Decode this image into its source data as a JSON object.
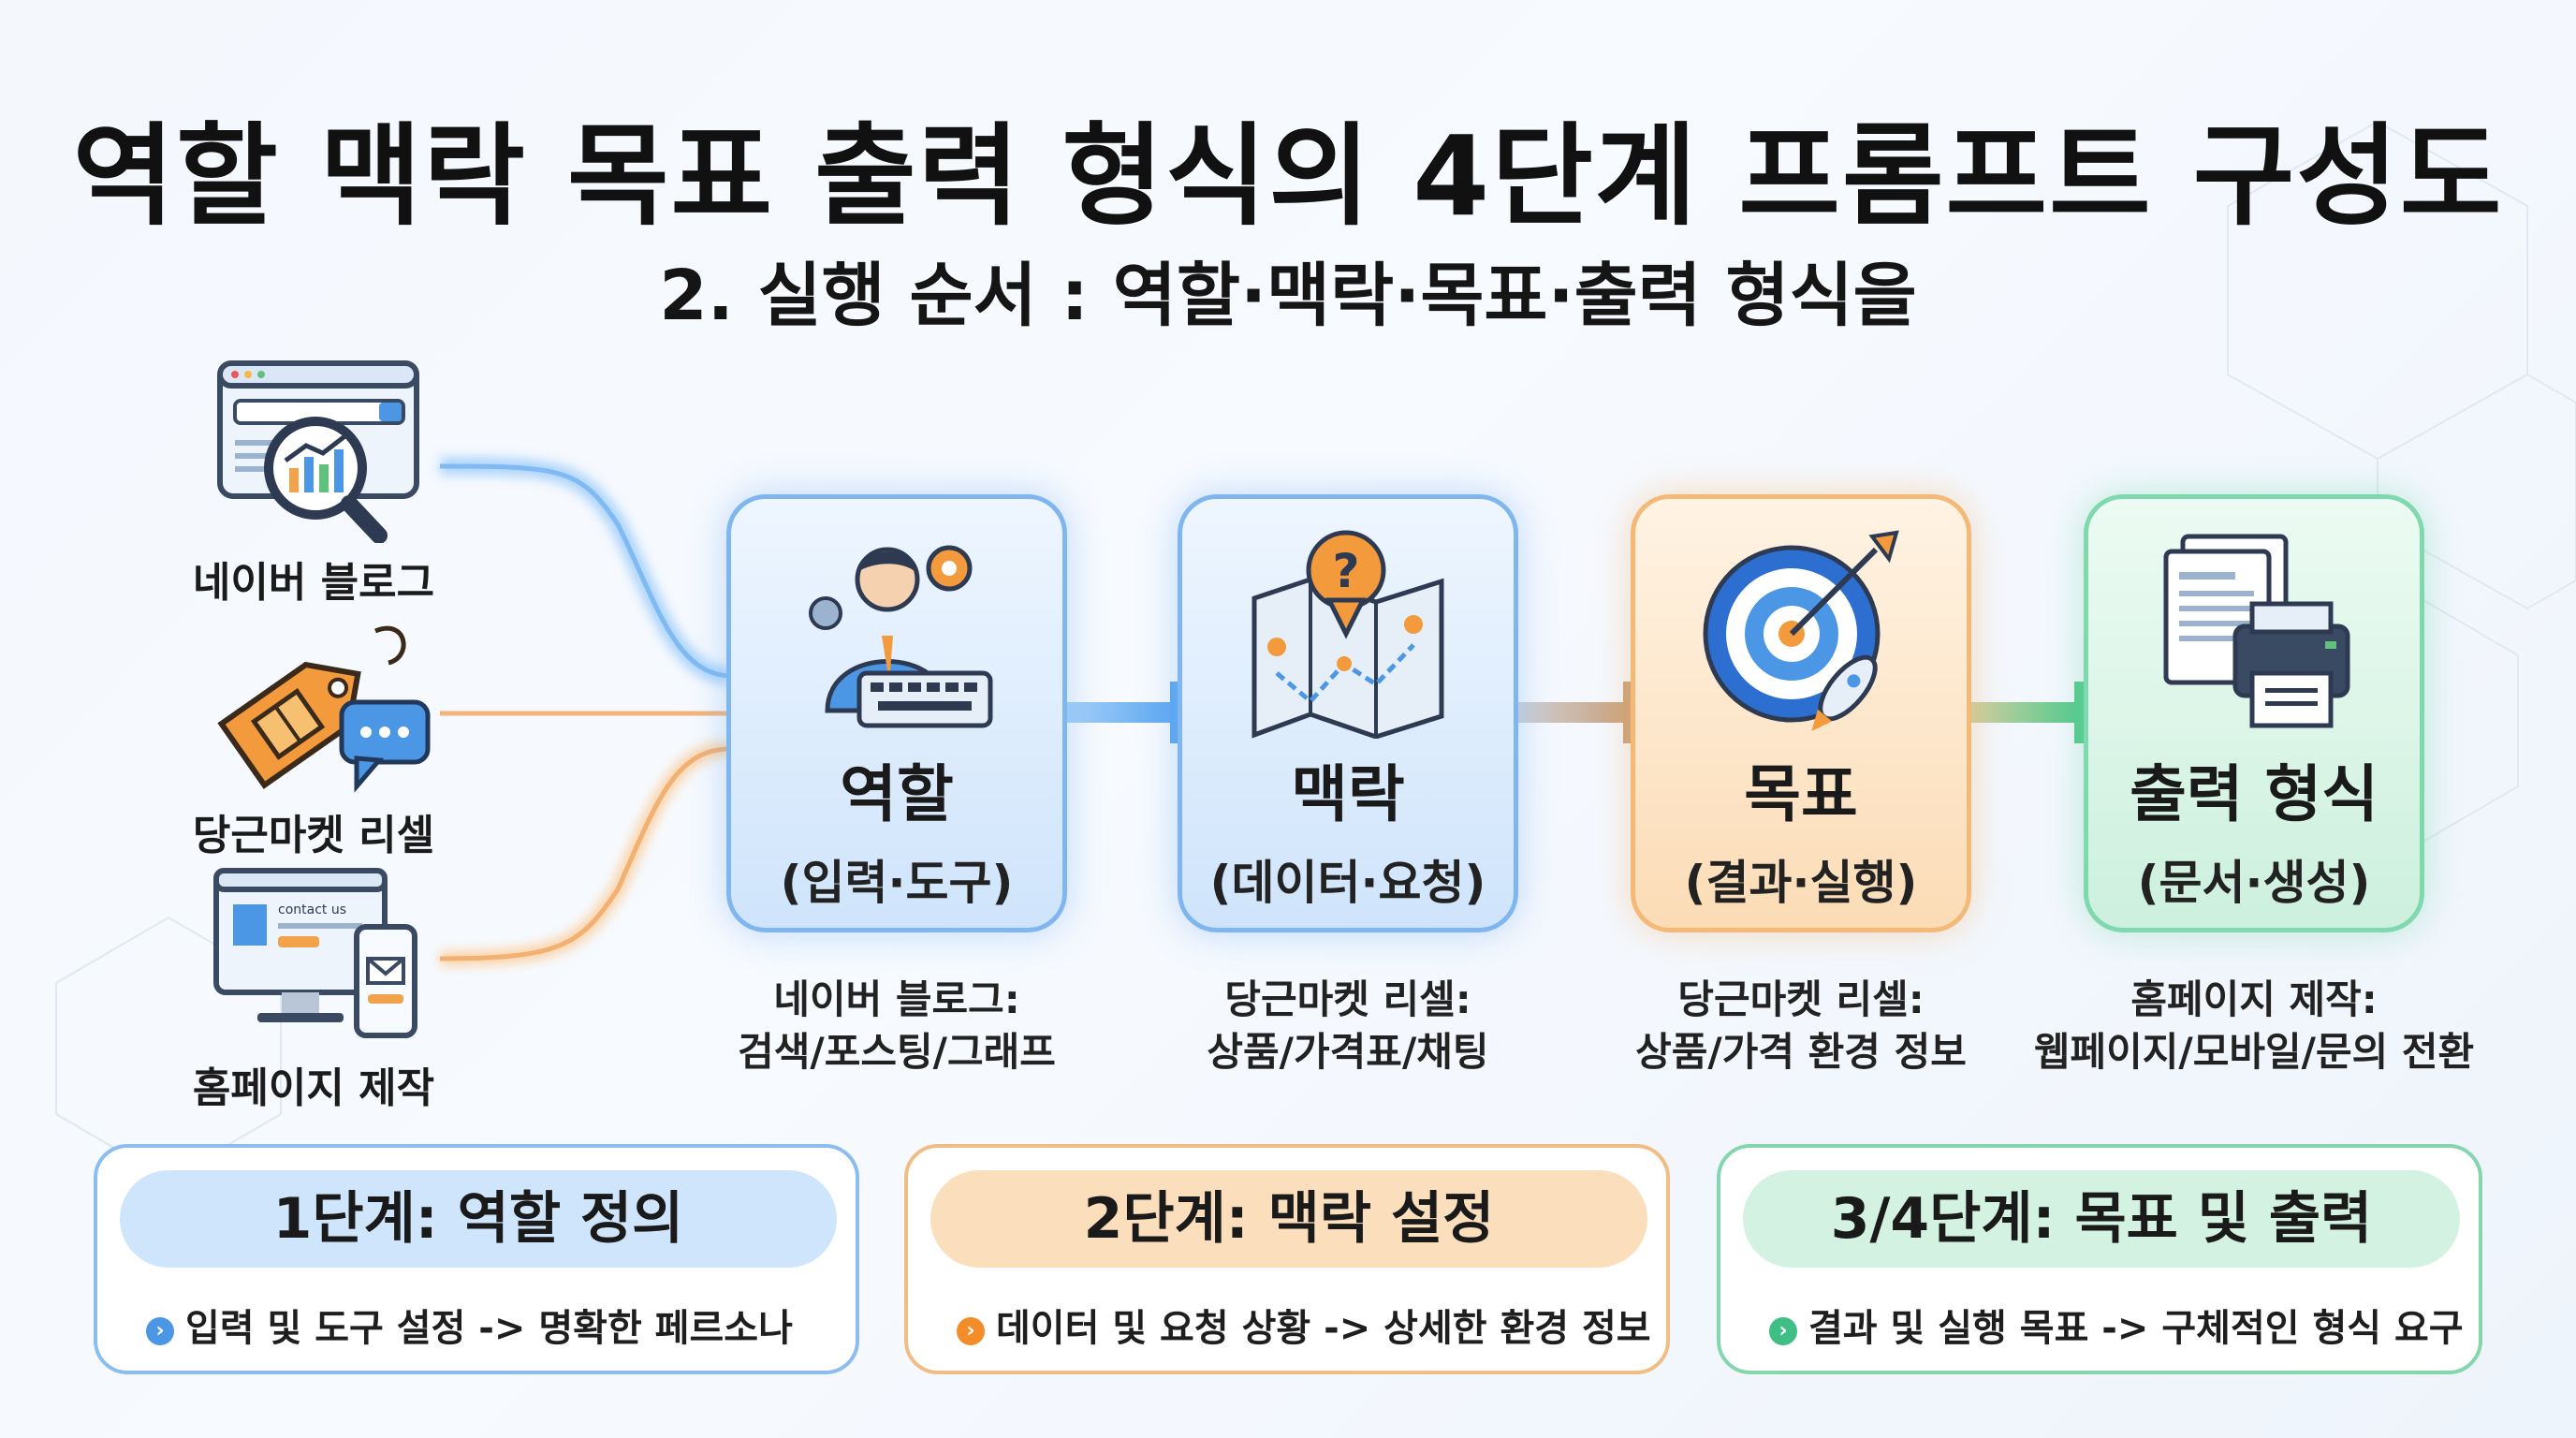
{
  "title": "역할 맥락 목표 출력 형식의 4단계 프롬프트 구성도",
  "subtitle": "2. 실행 순서 : 역할·맥락·목표·출력 형식을",
  "sources": [
    {
      "label": "네이버 블로그",
      "icon": "blog-search-analytics-icon"
    },
    {
      "label": "당근마켓 리셀",
      "icon": "price-tag-chat-icon"
    },
    {
      "label": "홈페이지 제작",
      "icon": "website-devices-icon"
    }
  ],
  "stages": [
    {
      "name": "역할",
      "sub": "(입력·도구)",
      "icon": "person-keyboard-gears-icon",
      "desc_line1": "네이버 블로그:",
      "desc_line2": "검색/포스팅/그래프"
    },
    {
      "name": "맥락",
      "sub": "(데이터·요청)",
      "icon": "map-question-icon",
      "desc_line1": "당근마켓 리셀:",
      "desc_line2": "상품/가격표/채팅"
    },
    {
      "name": "목표",
      "sub": "(결과·실행)",
      "icon": "target-rocket-icon",
      "desc_line1": "당근마켓 리셀:",
      "desc_line2": "상품/가격 환경 정보"
    },
    {
      "name": "출력 형식",
      "sub": "(문서·생성)",
      "icon": "document-printer-icon",
      "desc_line1": "홈페이지 제작:",
      "desc_line2": "웹페이지/모바일/문의 전환"
    }
  ],
  "steps": [
    {
      "header": "1단계: 역할 정의",
      "bullet": "입력 및 도구 설정 -> 명확한 페르소나"
    },
    {
      "header": "2단계: 맥락 설정",
      "bullet": "데이터 및 요청 상황 -> 상세한 환경 정보"
    },
    {
      "header": "3/4단계: 목표 및 출력",
      "bullet": "결과 및 실행 목표 -> 구체적인 형식 요구"
    }
  ],
  "icon_text": {
    "contact": "contact us"
  },
  "colors": {
    "blue": "#5aa6f0",
    "orange": "#f3a35a",
    "green": "#52c98c",
    "accent_gray": "#c9a98a"
  }
}
